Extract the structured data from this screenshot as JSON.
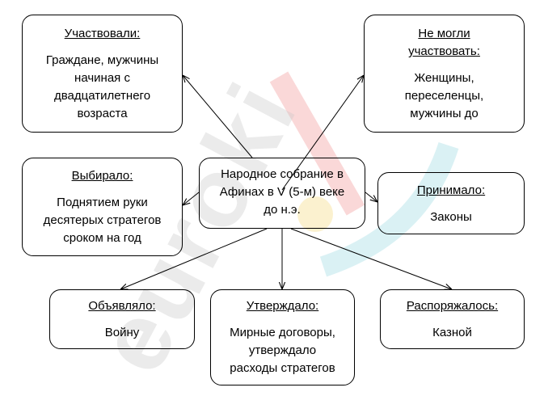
{
  "watermark": {
    "text": "eurokі",
    "colors": [
      "#b8b8b8",
      "#f4a8a8",
      "#f7e0a0",
      "#bfe6ea"
    ]
  },
  "center": {
    "text": "Народное собрание в\nАфинах в V (5-м) веке\nдо н.э."
  },
  "participated": {
    "heading": "Участвовали:",
    "text": "Граждане, мужчины\nначиная с\nдвадцатилетнего\nвозраста"
  },
  "not_participated": {
    "heading": "Не могли\nучаствовать:",
    "text": "Женщины,\nпереселенцы,\nмужчины до"
  },
  "elected": {
    "heading": "Выбирало:",
    "text": "Поднятием руки\nдесятерых стратегов\nсроком на год"
  },
  "adopted": {
    "heading": "Принимало:",
    "text": "Законы"
  },
  "declared": {
    "heading": "Объявляло:",
    "text": "Войну"
  },
  "approved": {
    "heading": "Утверждало:",
    "text": "Мирные договоры,\nутверждало\nрасходы стратегов"
  },
  "managed": {
    "heading": "Распоряжалось:",
    "text": "Казной"
  }
}
